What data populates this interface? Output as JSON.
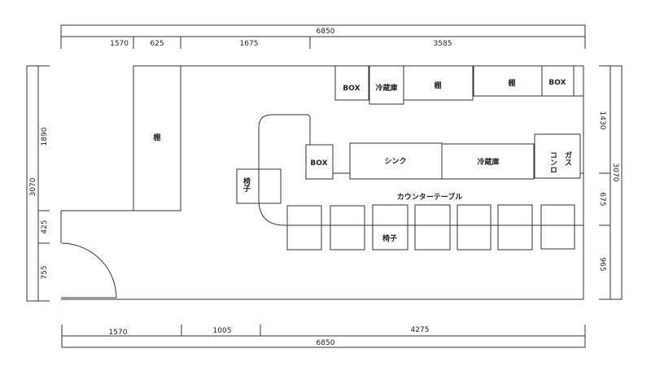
{
  "dimensions": {
    "top_total": "6850",
    "top_segments": [
      "1570",
      "625",
      "1675",
      "3585"
    ],
    "bottom_total": "6850",
    "bottom_segments": [
      "1570",
      "1005",
      "4275"
    ],
    "left_total": "3070",
    "left_segments": [
      "1890",
      "425",
      "755"
    ],
    "right_total": "3070",
    "right_segments": [
      "1430",
      "675",
      "965"
    ]
  },
  "fixtures": {
    "left_shelf": "棚",
    "top_row": [
      "BOX",
      "冷蔵庫",
      "棚",
      "棚",
      "BOX"
    ],
    "mid_box": "BOX",
    "sink": "シンク",
    "fridge": "冷蔵庫",
    "gas_stove_line1": "ガス",
    "gas_stove_line2": "コンロ",
    "counter_table": "カウンターテーブル",
    "chair_left": "椅子",
    "chair_row": "椅子"
  }
}
